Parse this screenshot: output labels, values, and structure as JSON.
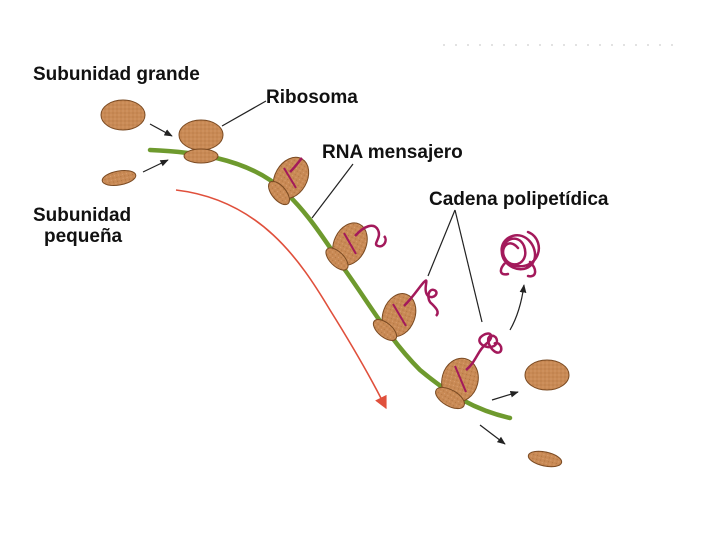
{
  "labels": {
    "large_subunit": "Subunidad grande",
    "ribosome": "Ribosoma",
    "mrna": "RNA mensajero",
    "polypeptide": "Cadena polipetídica",
    "small_subunit_line1": "Subunidad",
    "small_subunit_line2": "pequeña"
  },
  "colors": {
    "ribosome_fill": "#c98a55",
    "ribosome_stroke": "#7a4a22",
    "mrna": "#6e9a2e",
    "polypeptide": "#a3195b",
    "direction_arrow": "#e0503c",
    "pointer": "#222222"
  }
}
